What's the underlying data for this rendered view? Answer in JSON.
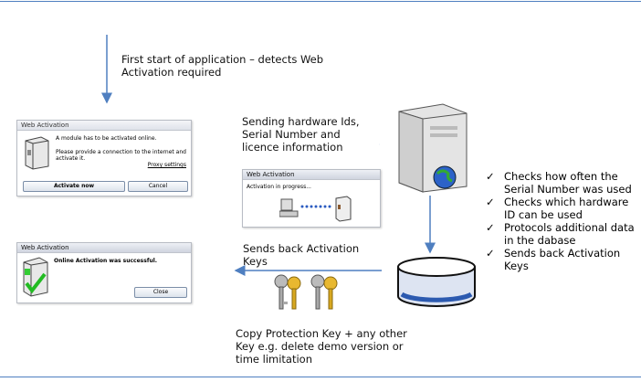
{
  "steps": {
    "first_start": "First start of  application – detects Web Activation required",
    "sending": "Sending hardware Ids, Serial Number and licence information",
    "sends_back": "Sends back Activation Keys",
    "copy_key": "Copy Protection Key + any other Key e.g. delete demo version or time limitation"
  },
  "checks": [
    "Checks how often the Serial Number was used",
    "Checks which hardware ID can be used",
    "Protocols additional data in the dabase",
    "Sends back Activation Keys"
  ],
  "check_mark": "✓",
  "dialog_start": {
    "title": "Web Activation",
    "line1": "A module has to be activated online.",
    "line2": "Please provide a connection to the internet and activate it.",
    "proxy_link": "Proxy settings",
    "activate_button": "Activate now",
    "cancel_button": "Cancel"
  },
  "dialog_progress": {
    "title": "Web Activation",
    "message": "Activation in progress..."
  },
  "dialog_success": {
    "title": "Web Activation",
    "message": "Online Activation was successful.",
    "close_button": "Close"
  },
  "colors": {
    "arrow": "#4f7fc0",
    "rule": "#4f7fc0"
  }
}
